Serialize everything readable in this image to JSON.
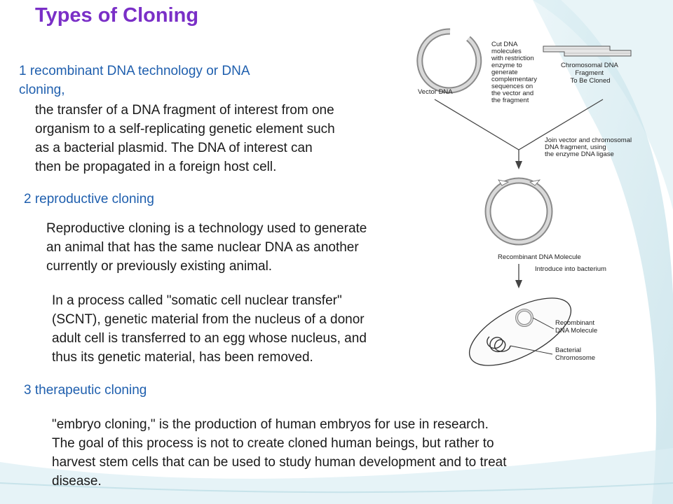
{
  "slide": {
    "title": "Types of Cloning",
    "sections": [
      {
        "heading_line1": "1 recombinant DNA technology or DNA",
        "heading_line2": "cloning,",
        "paragraph_lines": [
          "the transfer of a DNA fragment of interest from one",
          "organism to a self-replicating genetic element such",
          "as a bacterial plasmid. The DNA of interest can",
          "then be propagated in a foreign host cell."
        ]
      },
      {
        "heading": "2 reproductive cloning",
        "paragraph1_lines": [
          "Reproductive cloning is a technology used to generate",
          "an animal that has the same nuclear DNA as another",
          "currently or previously existing animal."
        ],
        "paragraph2_lines": [
          "In a process called \"somatic cell nuclear transfer\"",
          "(SCNT), genetic material from the nucleus of a donor",
          "adult cell is transferred to an egg whose nucleus, and",
          "thus its genetic material, has been removed."
        ]
      },
      {
        "heading": "3 therapeutic cloning",
        "paragraph_lines": [
          "\"embryo cloning,\" is the production of human embryos for use in research.",
          "The goal of this process is not to create cloned human beings, but rather to",
          "harvest stem cells that can be used to study human development and to treat",
          "disease."
        ]
      }
    ]
  },
  "diagram": {
    "vector_label": "Vector DNA",
    "cut_note": [
      "Cut DNA",
      "molecules",
      "with restriction",
      "enzyme to",
      "generate",
      "complementary",
      "sequences on",
      "the vector and",
      "the fragment"
    ],
    "fragment_label": [
      "Chromosomal DNA",
      "Fragment",
      "To Be Cloned"
    ],
    "join_note": [
      "Join vector and chromosomal",
      "DNA fragment, using",
      "the enzyme DNA ligase"
    ],
    "recombinant_label": "Recombinant DNA Molecule",
    "introduce_note": "Introduce into bacterium",
    "cell_recombinant_label": [
      "Recombinant",
      "DNA Molecule"
    ],
    "bacterial_chromosome_label": [
      "Bacterial",
      "Chromosome"
    ]
  }
}
